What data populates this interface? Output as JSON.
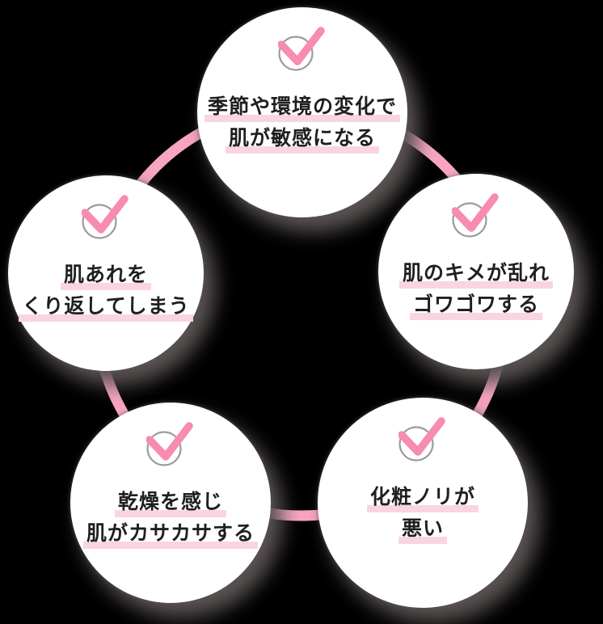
{
  "diagram_title": "skin-worries-cycle",
  "colors": {
    "background": "#000000",
    "bubble": "#ffffff",
    "ring": "#f8a5c3",
    "check": "#f78bb1",
    "check_ring": "#9b9b9b",
    "highlight": "#fbd4e2",
    "text": "#1f1f1f",
    "shadow": "#5a5353"
  },
  "bubbles": [
    {
      "id": "seasonal-sensitivity",
      "icon": "check-icon",
      "lines": [
        "季節や環境の変化で",
        "肌が敏感になる"
      ]
    },
    {
      "id": "recurring-rough-skin",
      "icon": "check-icon",
      "lines": [
        "肌あれを",
        "くり返してしまう"
      ]
    },
    {
      "id": "skin-texture-gowagowa",
      "icon": "check-icon",
      "lines": [
        "肌のキメが乱れ",
        "ゴワゴワする"
      ]
    },
    {
      "id": "dry-flaky-skin",
      "icon": "check-icon",
      "lines": [
        "乾燥を感じ",
        "肌がカサカサする"
      ]
    },
    {
      "id": "poor-makeup-application",
      "icon": "check-icon",
      "lines": [
        "化粧ノリが",
        "悪い"
      ]
    }
  ]
}
